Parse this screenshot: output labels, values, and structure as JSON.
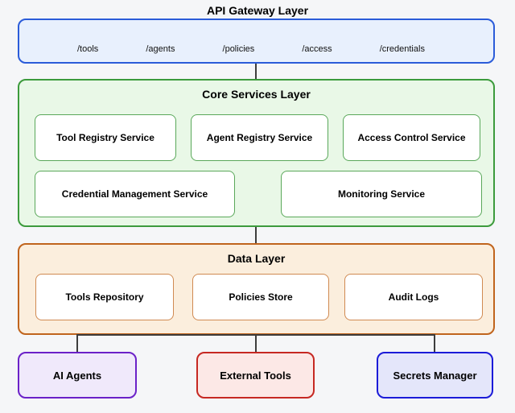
{
  "diagram": {
    "background": "#f5f6f8",
    "connector_color": "#3d3d3d"
  },
  "api_gateway_layer": {
    "title": "API Gateway Layer",
    "fill": "#e8f0fd",
    "border": "#2b5cd9",
    "endpoints": [
      "/tools",
      "/agents",
      "/policies",
      "/access",
      "/credentials"
    ]
  },
  "core_services_layer": {
    "title": "Core Services Layer",
    "fill": "#e9f8e7",
    "border": "#3c9b3c",
    "services_row1": [
      "Tool Registry Service",
      "Agent Registry Service",
      "Access Control Service"
    ],
    "services_row2": [
      "Credential Management Service",
      "Monitoring Service"
    ]
  },
  "data_layer": {
    "title": "Data Layer",
    "fill": "#fbeedd",
    "border": "#c0641d",
    "stores": [
      "Tools Repository",
      "Policies Store",
      "Audit Logs"
    ]
  },
  "external_nodes": [
    {
      "label": "AI Agents",
      "fill": "#f0e9fb",
      "border": "#6b21c8"
    },
    {
      "label": "External Tools",
      "fill": "#fce8e6",
      "border": "#c62822"
    },
    {
      "label": "Secrets Manager",
      "fill": "#e4e6fa",
      "border": "#1b1bd8"
    }
  ]
}
